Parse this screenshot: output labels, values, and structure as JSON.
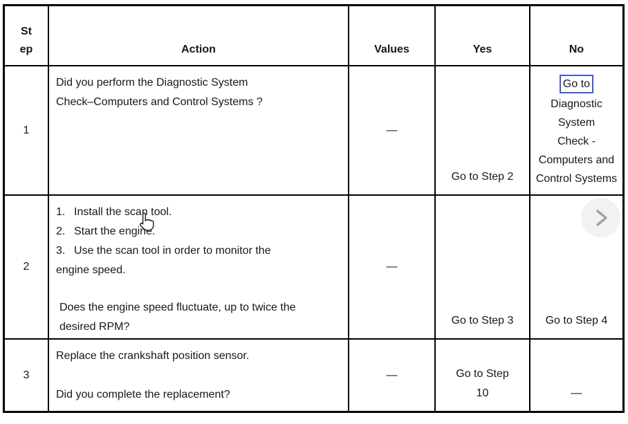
{
  "accent": {
    "focus_outline": "#4355db",
    "next_button_bg": "#f2f2f2",
    "next_button_arrow": "#a3a3a3"
  },
  "table": {
    "header": {
      "step": "St\nep",
      "action": "Action",
      "values": "Values",
      "yes": "Yes",
      "no": "No"
    },
    "rows": [
      {
        "step": "1",
        "action": "Did you perform the Diagnostic System\nCheck–Computers and Control Systems ?",
        "values": "—",
        "yes": "Go to Step 2",
        "no": {
          "focused": "Go to",
          "rest": "Diagnostic\nSystem\nCheck -\nComputers and\nControl Systems"
        }
      },
      {
        "step": "2",
        "action": {
          "list": [
            {
              "num": "1.",
              "text": "Install the scan tool."
            },
            {
              "num": "2.",
              "text": "Start the engine."
            },
            {
              "num": "3.",
              "text": "Use the scan tool in order to monitor the\nengine speed."
            }
          ],
          "question": "Does the engine speed fluctuate, up to twice the\ndesired RPM?"
        },
        "values": "—",
        "yes": "Go to Step 3",
        "no": "Go to Step 4"
      },
      {
        "step": "3",
        "action": {
          "statement": "Replace the crankshaft position sensor.",
          "question": "Did you complete the replacement?"
        },
        "values": "—",
        "yes": "Go to Step\n10",
        "no": "—"
      }
    ]
  },
  "overlay": {
    "next_button_icon": "chevron-right-icon",
    "cursor_icon": "hand-pointer-icon"
  }
}
